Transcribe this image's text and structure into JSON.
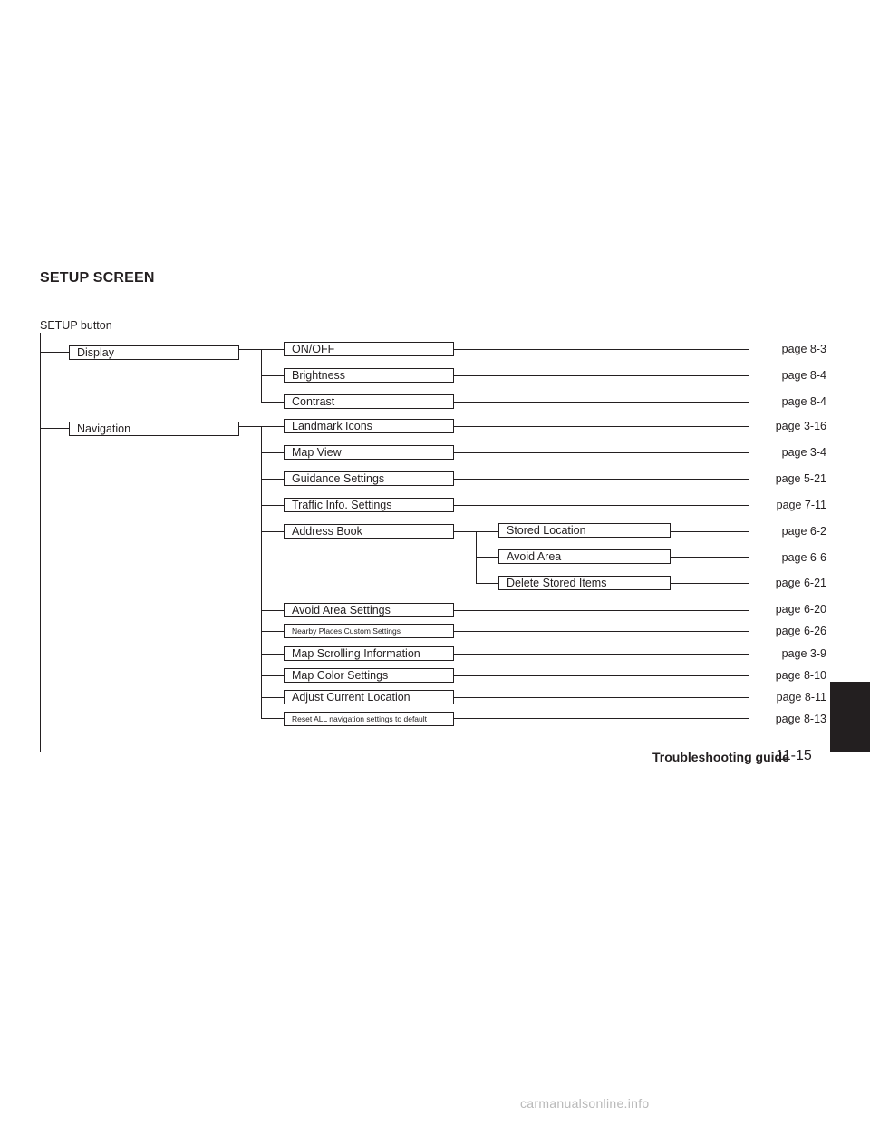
{
  "section_title": "SETUP SCREEN",
  "root_label": "SETUP button",
  "level1": [
    {
      "label": "Display"
    },
    {
      "label": "Navigation"
    }
  ],
  "display_items": [
    {
      "label": "ON/OFF",
      "page": "page 8-3"
    },
    {
      "label": "Brightness",
      "page": "page 8-4"
    },
    {
      "label": "Contrast",
      "page": "page 8-4"
    }
  ],
  "navigation_items": [
    {
      "label": "Landmark Icons",
      "page": "page 3-16"
    },
    {
      "label": "Map View",
      "page": "page 3-4"
    },
    {
      "label": "Guidance Settings",
      "page": "page 5-21"
    },
    {
      "label": "Traffic Info. Settings",
      "page": "page 7-11"
    },
    {
      "label": "Address Book"
    },
    {
      "label": "Avoid Area Settings",
      "page": "page 6-20"
    },
    {
      "label": "Nearby Places Custom Settings",
      "page": "page 6-26"
    },
    {
      "label": "Map Scrolling Information",
      "page": "page 3-9"
    },
    {
      "label": "Map Color Settings",
      "page": "page 8-10"
    },
    {
      "label": "Adjust Current Location",
      "page": "page 8-11"
    },
    {
      "label": "Reset ALL navigation settings to default",
      "page": "page 8-13"
    }
  ],
  "address_book_items": [
    {
      "label": "Stored Location",
      "page": "page 6-2"
    },
    {
      "label": "Avoid Area",
      "page": "page 6-6"
    },
    {
      "label": "Delete Stored Items",
      "page": "page 6-21"
    }
  ],
  "footer": {
    "label": "Troubleshooting guide",
    "page": "11-15"
  },
  "watermark": "carmanualsonline.info"
}
